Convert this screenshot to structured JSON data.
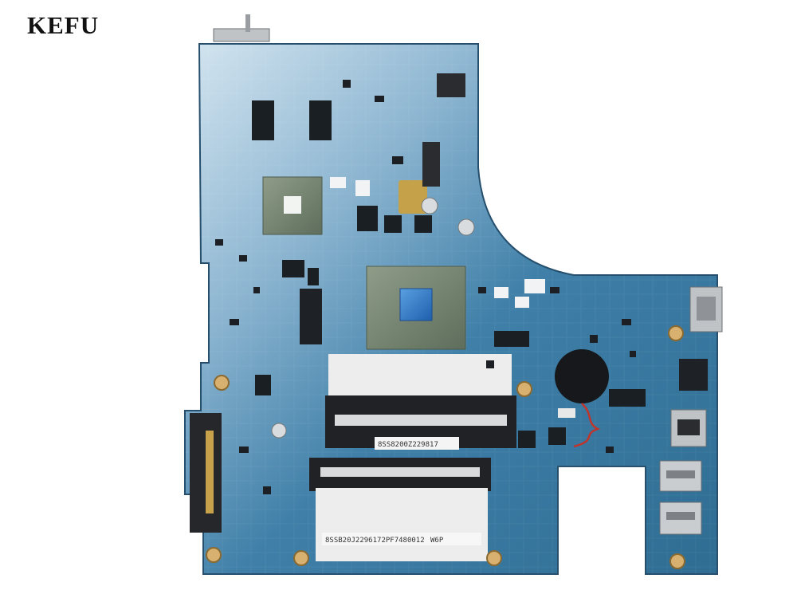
{
  "brand": {
    "name": "KEFU"
  },
  "board": {
    "label_top": "8SS8200Z229817",
    "label_bottom": "8SSB20J2296172PF7480012",
    "label_code": "W6P"
  },
  "colors": {
    "pcb_light": "#cfe2ee",
    "pcb": "#3f7fa8",
    "pcb_dark": "#2f6d93",
    "chip": "#1a1f24",
    "sodimm": "#202226",
    "cpu": "#7a8a78",
    "die": "#2f78c8",
    "gold": "#c8a24a"
  }
}
